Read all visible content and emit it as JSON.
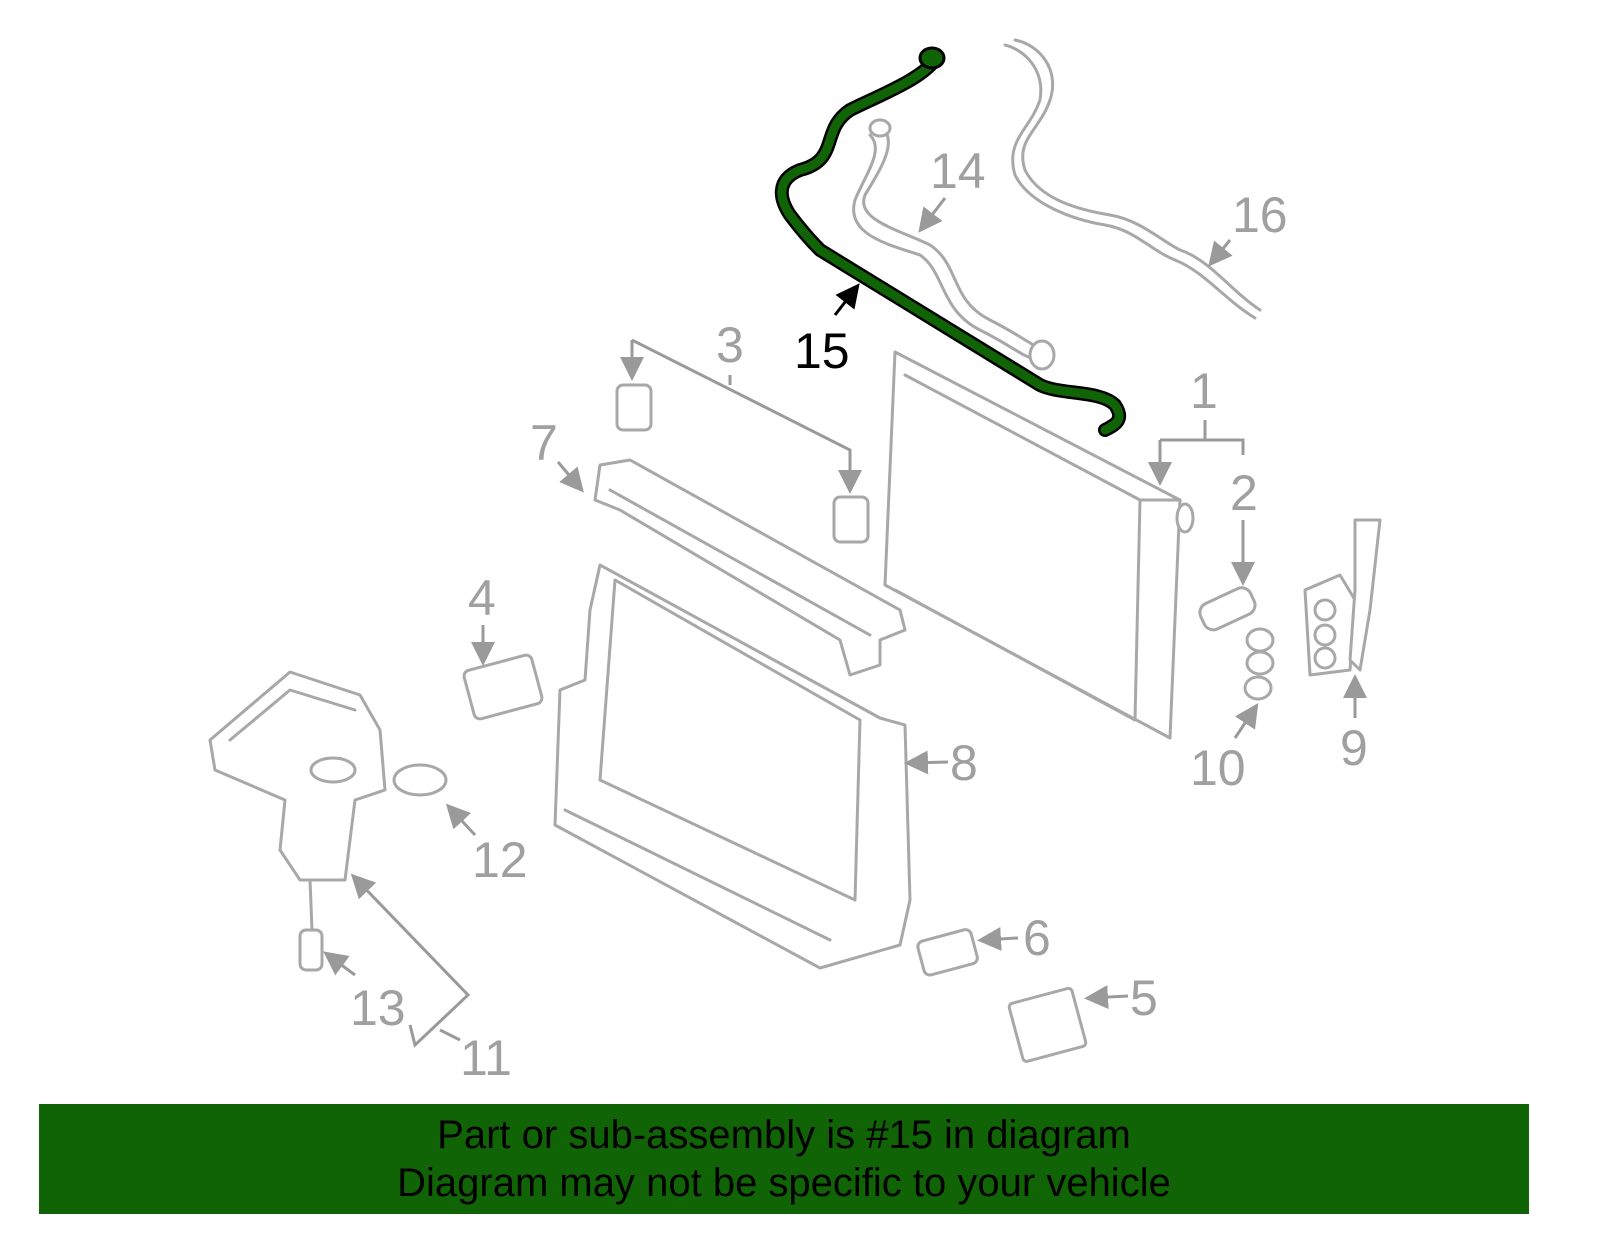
{
  "diagram": {
    "highlight_color": "#116405",
    "highlighted_part": "15",
    "callouts": [
      "1",
      "2",
      "3",
      "4",
      "5",
      "6",
      "7",
      "8",
      "9",
      "10",
      "11",
      "12",
      "13",
      "14",
      "15",
      "16"
    ]
  },
  "banner": {
    "line1": "Part or sub-assembly is #15 in diagram",
    "line2": "Diagram may not be specific to your vehicle"
  }
}
